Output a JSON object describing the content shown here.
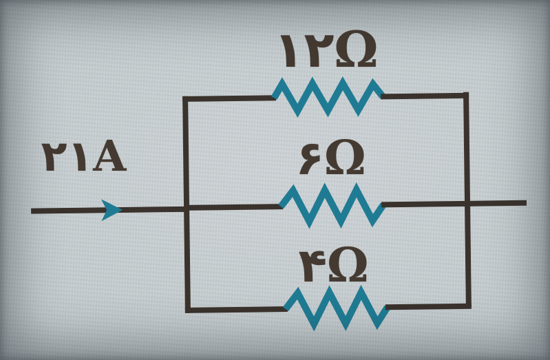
{
  "colors": {
    "paper-center": "#cdd3d6",
    "paper-mid": "#c2cacd",
    "paper-edge": "#a6b0b4",
    "paper-corner": "#8e989d",
    "wire": "#3a322c",
    "resistor": "#1f7b93",
    "ink": "#453a31"
  },
  "diagram": {
    "topology": "three resistors in parallel",
    "current": {
      "label": "۲۱A",
      "value_amperes": 21,
      "unit": "A",
      "direction": "right"
    },
    "resistors": [
      {
        "label": "۱۲Ω",
        "value_ohms": 12,
        "unit": "Ω",
        "position": "top"
      },
      {
        "label": "۶Ω",
        "value_ohms": 6,
        "unit": "Ω",
        "position": "middle"
      },
      {
        "label": "۴Ω",
        "value_ohms": 4,
        "unit": "Ω",
        "position": "bottom"
      }
    ]
  }
}
